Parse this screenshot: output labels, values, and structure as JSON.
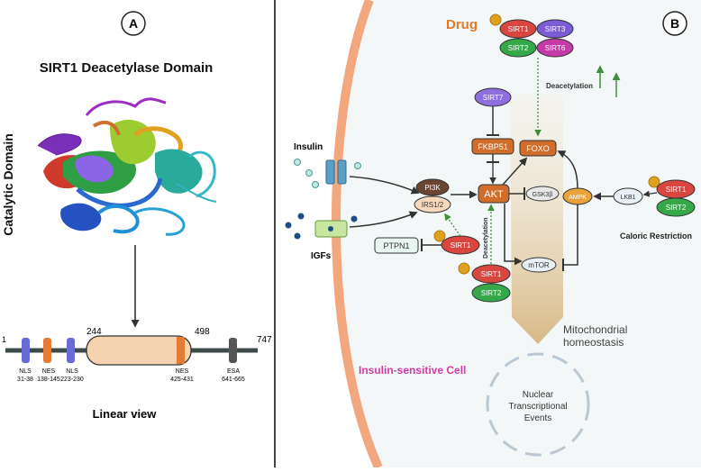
{
  "panel_a": {
    "badge": "A",
    "title": "SIRT1 Deacetylase Domain",
    "side_label": "Catalytic Domain",
    "footer": "Linear view",
    "positions": {
      "start": "1",
      "p244": "244",
      "p498": "498",
      "end": "747"
    },
    "domains": [
      {
        "name": "NLS",
        "range": "31-38",
        "color": "#6a6cd6"
      },
      {
        "name": "NES",
        "range": "138-145",
        "color": "#e57b35"
      },
      {
        "name": "NLS",
        "range": "223-230",
        "color": "#6a6cd6"
      },
      {
        "name": "NES",
        "range": "425-431",
        "color": "#e57b35"
      },
      {
        "name": "ESA",
        "range": "641-665",
        "color": "#555555"
      }
    ]
  },
  "panel_b": {
    "badge": "B",
    "drug_label": "Drug",
    "drug_sirtuins": [
      "SIRT1",
      "SIRT3",
      "SIRT2",
      "SIRT6"
    ],
    "deacetylation_top": "Deacetylation",
    "deacetylation_side": "Deacetylation",
    "nodes": {
      "sirt7": "SIRT7",
      "fkbp51": "FKBP51",
      "foxo": "FOXO",
      "pi3k": "PI3K",
      "irs": "IRS1/2",
      "akt": "AKT",
      "gsk3b": "GSK3β",
      "ampk": "AMPK",
      "lkb1": "LKB1",
      "cr_sirt1": "SIRT1",
      "cr_sirt2": "SIRT2",
      "ptpn1": "PTPN1",
      "ptpn_sirt1": "SIRT1",
      "mtor": "mTOR",
      "bot_sirt1": "SIRT1",
      "bot_sirt2": "SIRT2"
    },
    "insulin": "Insulin",
    "igfs": "IGFs",
    "caloric_restriction": "Caloric Restriction",
    "mito_line1": "Mitochondrial",
    "mito_line2": "homeostasis",
    "cell_label": "Insulin-sensitive Cell",
    "nucleus_line1": "Nuclear",
    "nucleus_line2": "Transcriptional",
    "nucleus_line3": "Events"
  },
  "colors": {
    "sirt1": "#d9453f",
    "sirt2": "#35a84a",
    "sirt3": "#7b5cd6",
    "sirt6": "#c43ba8",
    "akt": "#d06d2a",
    "membrane": "#f2a77f",
    "drug_text": "#e07b2a",
    "cell_label": "#d23ca6"
  }
}
